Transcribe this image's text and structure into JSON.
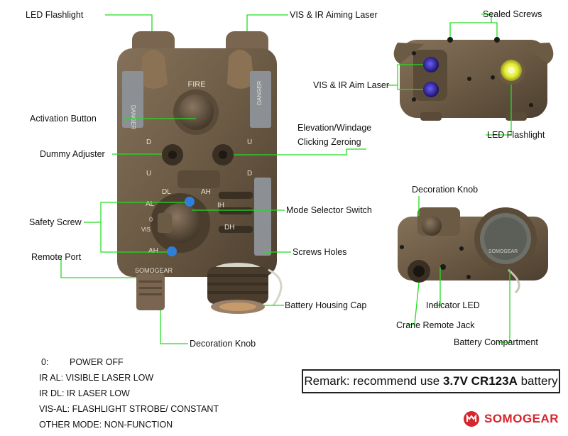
{
  "labels": {
    "led_flashlight_top": "LED Flashlight",
    "vis_ir_aiming_laser": "VIS & IR Aiming Laser",
    "activation_button": "Activation Button",
    "dummy_adjuster": "Dummy Adjuster",
    "safety_screw": "Safety Screw",
    "remote_port": "Remote Port",
    "elevation_windage": "Elevation/Windage",
    "clicking_zeroing": "Clicking Zeroing",
    "mode_selector_switch": "Mode Selector Switch",
    "screws_holes": "Screws Holes",
    "battery_housing_cap": "Battery Housing Cap",
    "decoration_knob_bottom": "Decoration Knob",
    "sealed_screws": "Sealed Screws",
    "vis_ir_aim_laser": "VIS & IR Aim Laser",
    "led_flashlight_front": "LED Flashlight",
    "decoration_knob_rear": "Decoration Knob",
    "indicator_led": "Indicator LED",
    "crane_remote_jack": "Crane Remote Jack",
    "battery_compartment": "Battery Compartment"
  },
  "device_markings": {
    "fire": "FIRE",
    "danger": "DANGER",
    "d": "D",
    "u": "U",
    "dl": "DL",
    "ah": "AH",
    "al": "AL",
    "ih": "IH",
    "dh": "DH",
    "vis": "VIS",
    "zero": "0",
    "brand_on_device": "SOMOGEAR"
  },
  "modes": [
    {
      "code": "0:",
      "desc": "POWER OFF"
    },
    {
      "code": "IR AL:",
      "desc": "VISIBLE LASER LOW"
    },
    {
      "code": "IR DL:",
      "desc": "IR LASER LOW"
    },
    {
      "code": "VIS-AL:",
      "desc": "FLASHLIGHT STROBE/ CONSTANT"
    },
    {
      "code": "OTHER MODE:",
      "desc": "NON-FUNCTION"
    }
  ],
  "remark": {
    "prefix": "Remark: recommend use ",
    "battery": "3.7V CR123A",
    "suffix": " battery"
  },
  "brand": {
    "name": "SOMOGEAR",
    "color": "#d6262d"
  },
  "colors": {
    "leader_line": "#22dd22",
    "device_body": "#6b5a44",
    "device_dark": "#4a3d2d",
    "label_plate": "#8c8f93",
    "laser_window": "#2a1f8a",
    "flashlight_lens": "#e8f040"
  },
  "icons": {
    "brand_logo": "somogear-logo-icon"
  }
}
